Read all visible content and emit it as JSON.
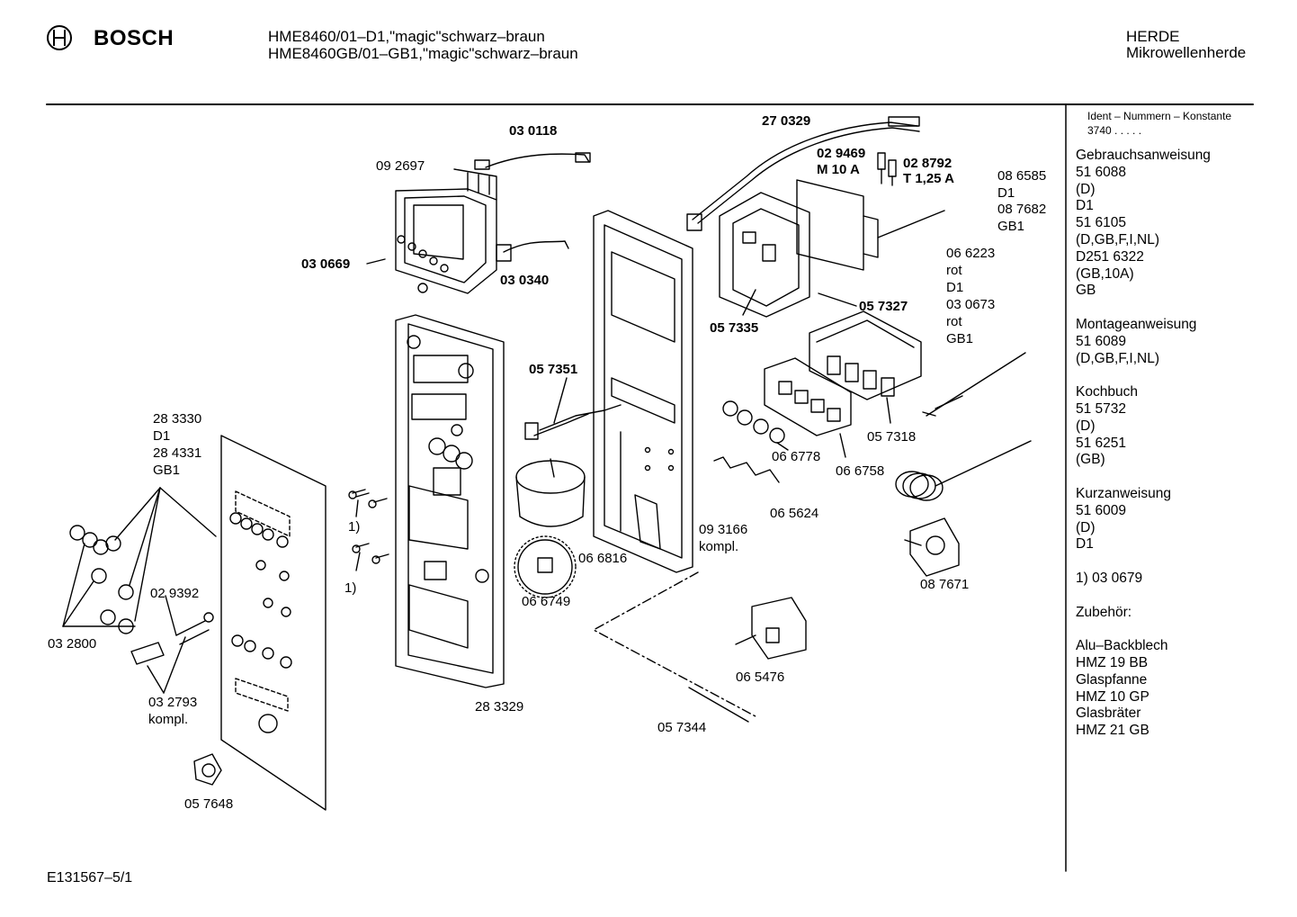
{
  "header": {
    "brand": "BOSCH",
    "model_lines": [
      "HME8460/01–D1,\"magic\"schwarz–braun",
      "HME8460GB/01–GB1,\"magic\"schwarz–braun"
    ],
    "category": "HERDE",
    "subcategory": "Mikrowellenherde"
  },
  "footer": {
    "doc_id": "E131567–5/1"
  },
  "sidebar": {
    "ident_title": "Ident – Nummern – Konstante",
    "ident_value": "3740 . . . . .",
    "sections": [
      {
        "lines": [
          "Gebrauchsanweisung",
          "51 6088",
          "(D)",
          "D1",
          "51 6105",
          "(D,GB,F,I,NL)",
          "D251 6322",
          "(GB,10A)",
          "GB"
        ]
      },
      {
        "lines": [
          "Montageanweisung",
          "51 6089",
          "(D,GB,F,I,NL)"
        ]
      },
      {
        "lines": [
          "Kochbuch",
          "51 5732",
          "(D)",
          "51 6251",
          "(GB)"
        ]
      },
      {
        "lines": [
          "Kurzanweisung",
          "51 6009",
          "(D)",
          "D1"
        ]
      },
      {
        "lines": [
          "1)  03 0679"
        ]
      },
      {
        "lines": [
          "Zubehör:"
        ]
      },
      {
        "lines": [
          "Alu–Backblech",
          "HMZ 19 BB",
          "Glaspfanne",
          "HMZ 10 GP",
          "Glasbräter",
          "HMZ 21 GB"
        ]
      }
    ]
  },
  "parts": {
    "p030118": "03 0118",
    "p092697": "09 2697",
    "p030669": "03 0669",
    "p030340": "03 0340",
    "p270329": "27 0329",
    "p029469": "02 9469",
    "m10a": "M 10 A",
    "p028792": "02 8792",
    "t125a": "T 1,25 A",
    "p086585": "08 6585",
    "d1_a": "D1",
    "p087682": "08 7682",
    "gb1_a": "GB1",
    "p066223": "06 6223",
    "rot_a": "rot",
    "d1_b": "D1",
    "p030673": "03 0673",
    "rot_b": "rot",
    "gb1_b": "GB1",
    "p057327": "05 7327",
    "p057335": "05 7335",
    "p057351": "05 7351",
    "p057318": "05 7318",
    "p066778": "06 6778",
    "p066758": "06 6758",
    "p065624": "06 5624",
    "p093166": "09 3166",
    "kompl_a": "kompl.",
    "p066816": "06 6816",
    "p066749": "06 6749",
    "p087671": "08 7671",
    "p065476": "06 5476",
    "p057344": "05 7344",
    "p283330": "28 3330",
    "d1_c": "D1",
    "p284331": "28 4331",
    "gb1_c": "GB1",
    "note1_a": "1)",
    "note1_b": "1)",
    "p029392": "02 9392",
    "p032800": "03 2800",
    "p032793": "03 2793",
    "kompl_b": "kompl.",
    "p283329": "28 3329",
    "p057648": "05 7648"
  }
}
